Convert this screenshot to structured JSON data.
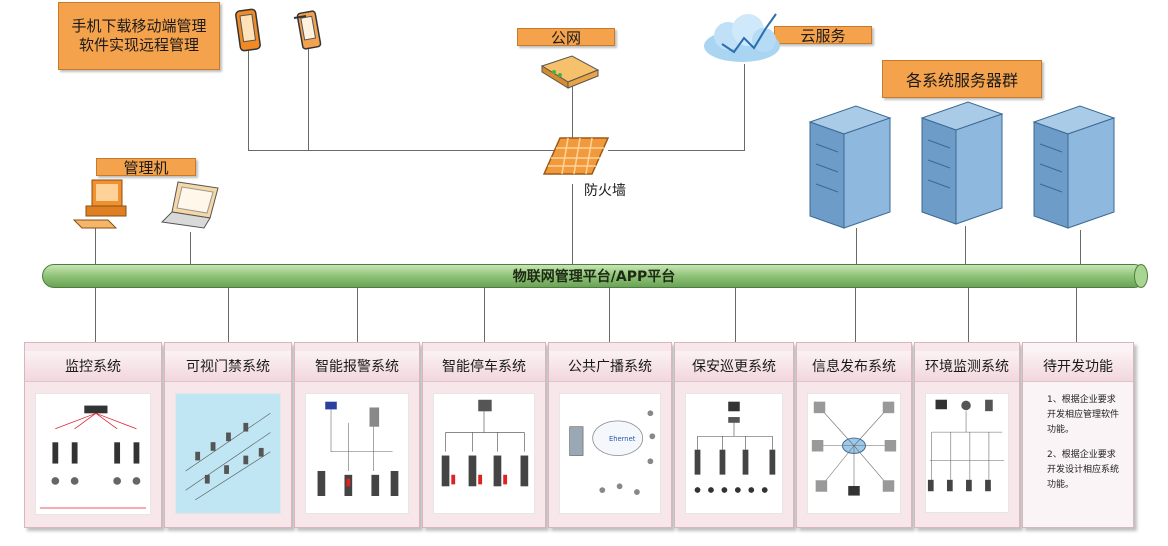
{
  "labels": {
    "mobile_app": "手机下载移动端管理软件实现远程管理",
    "public_net": "公网",
    "cloud": "云服务",
    "servers": "各系统服务器群",
    "admin_pc": "管理机",
    "firewall": "防火墙",
    "bus": "物联网管理平台/APP平台"
  },
  "panels": [
    {
      "title": "监控系统"
    },
    {
      "title": "可视门禁系统"
    },
    {
      "title": "智能报警系统"
    },
    {
      "title": "智能停车系统"
    },
    {
      "title": "公共广播系统"
    },
    {
      "title": "保安巡更系统"
    },
    {
      "title": "信息发布系统"
    },
    {
      "title": "环境监测系统"
    },
    {
      "title": "待开发功能",
      "text1": "1、根据企业要求开发相应管理软件功能。",
      "text2": "2、根据企业要求开发设计相应系统功能。"
    }
  ],
  "broadcast_center": "Ehernet",
  "colors": {
    "label_orange": "#f5a24c",
    "bus_green": "#8fc278",
    "panel_pink": "#f7e6ea",
    "server_blue": "#6d9cc8"
  }
}
